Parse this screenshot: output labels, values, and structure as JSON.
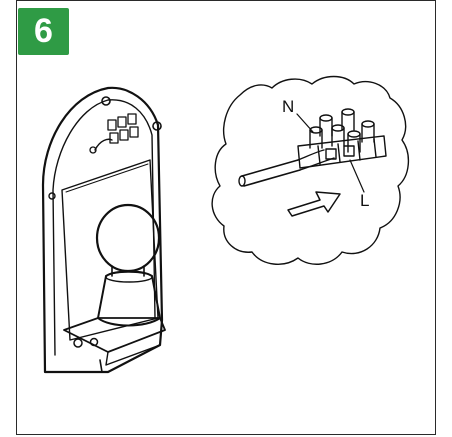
{
  "step": {
    "number": "6",
    "badge_color": "#2f9b45"
  },
  "detail": {
    "neutral_label": "N",
    "live_label": "L"
  },
  "icons": [
    "lamp-fixture-illustration",
    "terminal-block-detail",
    "insert-direction-arrow"
  ]
}
